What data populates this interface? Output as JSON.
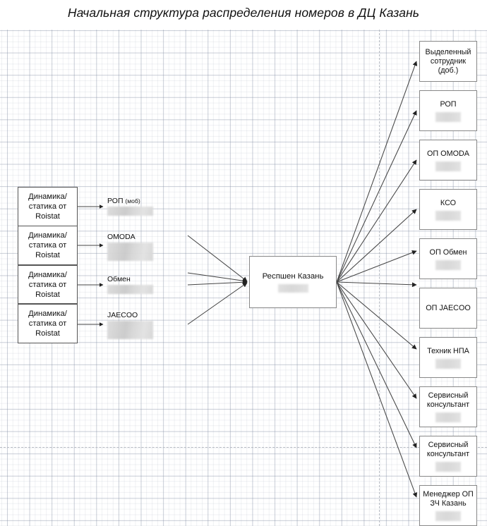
{
  "title": "Начальная структура распределения номеров в ДЦ Казань",
  "canvas": {
    "background": "#ffffff",
    "grid_minor_color": "#e9ebf0",
    "grid_major_color": "#d3d7e0",
    "guide_color": "#b8bcc4",
    "box_border_color": "#888888",
    "left_box_border_color": "#555555",
    "connector_color": "#444444",
    "text_color": "#111111",
    "redaction_color": "#d6d6d6"
  },
  "sources": {
    "group_label": "Динамика/\nстатика от\nRoistat",
    "items": [
      {
        "label": "Динамика/\nстатика от\nRoistat"
      },
      {
        "label": "Динамика/\nстатика от\nRoistat"
      },
      {
        "label": "Динамика/\nстатика от\nRoistat"
      },
      {
        "label": "Динамика/\nстатика от\nRoistat"
      }
    ]
  },
  "channels": [
    {
      "name": "РОП (моб)",
      "name_main": "РОП ",
      "name_sub": "(моб)",
      "redacted": true,
      "redact_lines": 1
    },
    {
      "name": "OMODA",
      "name_main": "OMODA",
      "name_sub": "",
      "redacted": true,
      "redact_lines": 2
    },
    {
      "name": "Обмен",
      "name_main": "Обмен",
      "name_sub": "",
      "redacted": true,
      "redact_lines": 1
    },
    {
      "name": "JAECOO",
      "name_main": "JAECOO",
      "name_sub": "",
      "redacted": true,
      "redact_lines": 2
    }
  ],
  "hub": {
    "label": "Респшен Казань",
    "redacted": true
  },
  "destinations": [
    {
      "label": "Выделенный\nсотрудник\n(доб.)",
      "redacted": false
    },
    {
      "label": "РОП",
      "redacted": true
    },
    {
      "label": "ОП OMODA",
      "redacted": true
    },
    {
      "label": "КСО",
      "redacted": true
    },
    {
      "label": "ОП Обмен",
      "redacted": true
    },
    {
      "label": "ОП JAECOO",
      "redacted": false
    },
    {
      "label": "Техник НПА",
      "redacted": true
    },
    {
      "label": "Сервисный\nконсультант",
      "redacted": true
    },
    {
      "label": "Сервисный\nконсультант",
      "redacted": true
    },
    {
      "label": "Менеджер ОП\nЗЧ Казань",
      "redacted": true
    }
  ]
}
